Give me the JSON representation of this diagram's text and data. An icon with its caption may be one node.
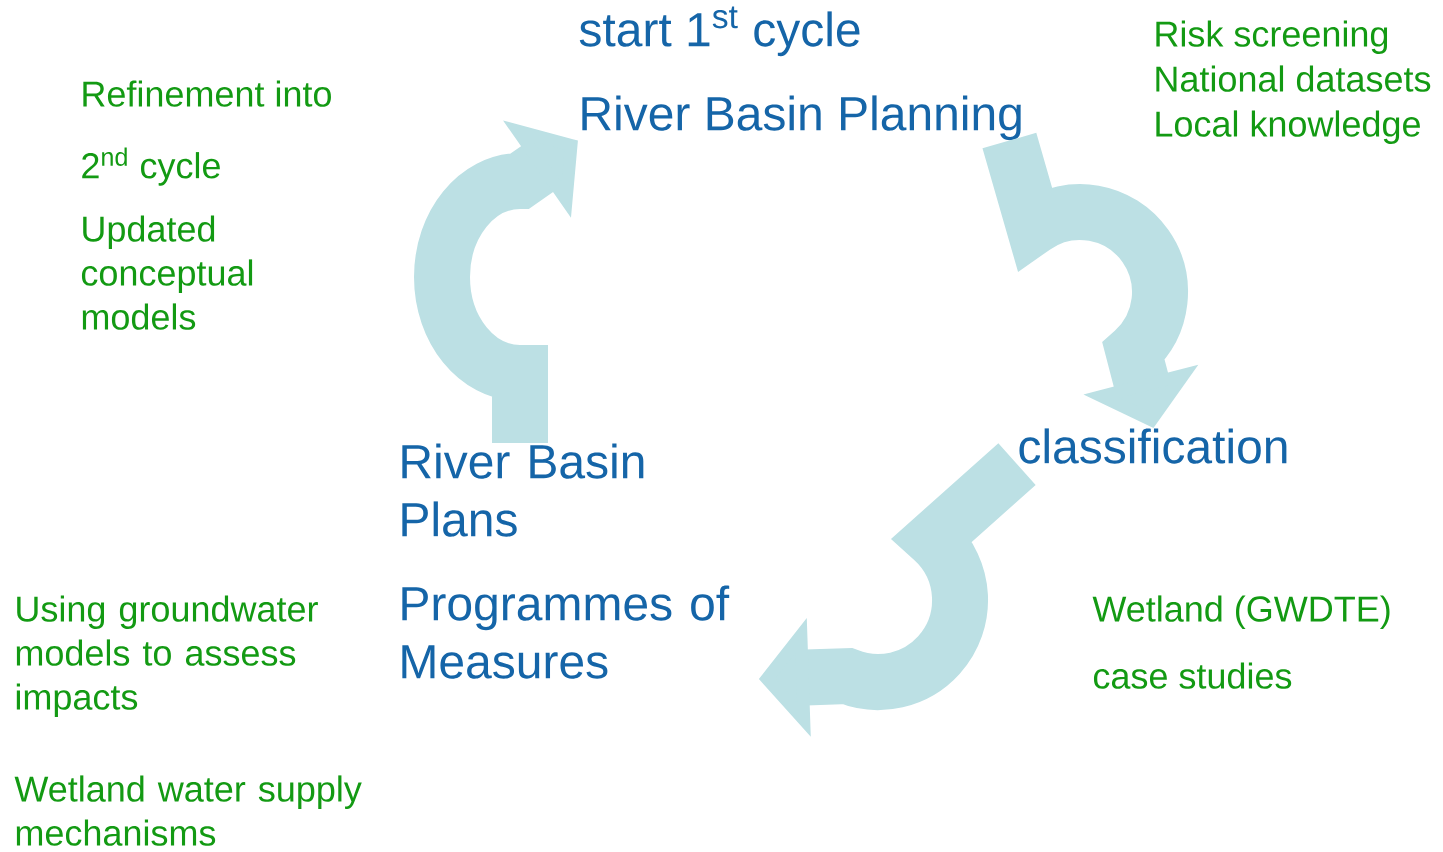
{
  "diagram": {
    "nodes": [
      {
        "text": [
          "start 1$^{st}$ cycle",
          "River Basin Planning"
        ]
      },
      {
        "text": [
          "classification"
        ]
      },
      {
        "text": [
          "River Basin Plans",
          "Programmes of Measures"
        ]
      }
    ],
    "edges": [
      {
        "from": 0,
        "to": 1,
        "arrow": "to"
      },
      {
        "from": 1,
        "to": 2,
        "arrow": "to"
      },
      {
        "from": 2,
        "to": 0,
        "arrow": "to"
      }
    ],
    "labels": [
      "Refinement into",
      "2$^{nd}$ cycle",
      "Updated conceptual models",
      "Risk screening",
      "National datasets",
      "Local knowledge",
      "Wetland (GWDTE)",
      "case studies",
      "Using groundwater models to assess impacts",
      "Wetland water supply mechanisms"
    ]
  }
}
